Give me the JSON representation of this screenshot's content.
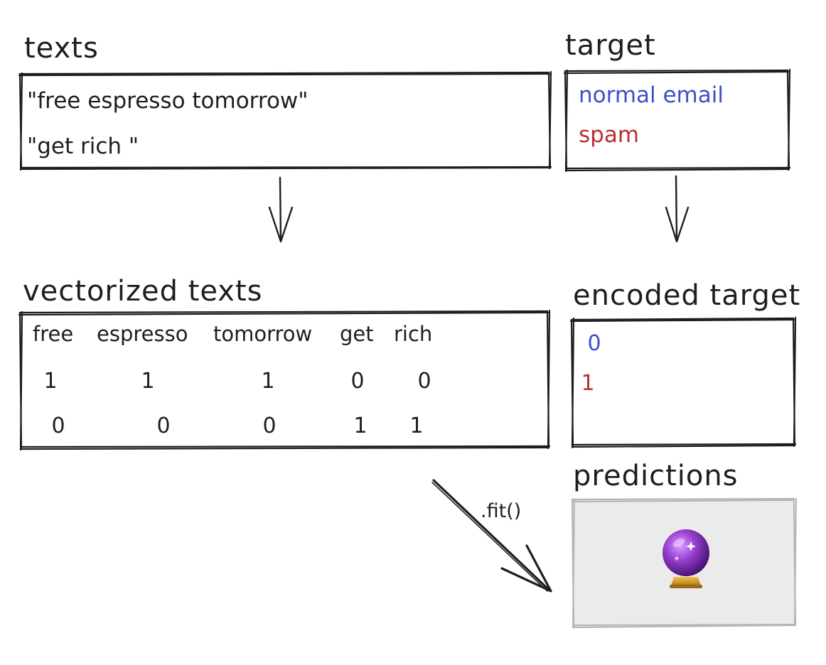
{
  "texts": {
    "title": "texts",
    "lines": [
      "\"free espresso tomorrow\"",
      "\"get rich \""
    ]
  },
  "target": {
    "title": "target",
    "lines": [
      "normal email",
      "spam"
    ]
  },
  "vectorized": {
    "title": "vectorized texts",
    "header": [
      "free",
      "espresso",
      "tomorrow",
      "get",
      "rich"
    ],
    "rows": [
      [
        "1",
        "1",
        "1",
        "0",
        "0"
      ],
      [
        "0",
        "0",
        "0",
        "1",
        "1"
      ]
    ]
  },
  "encoded": {
    "title": "encoded target",
    "values": [
      "0",
      "1"
    ]
  },
  "predictions": {
    "title": "predictions",
    "icon": "crystal-ball-icon"
  },
  "fit": {
    "label": ".fit()"
  },
  "colors": {
    "ink": "#1e1e1e",
    "normal": "#3b50c8",
    "spam": "#b83030",
    "prediction_fill": "#ebebeb",
    "prediction_stroke": "#b5b5b5"
  }
}
